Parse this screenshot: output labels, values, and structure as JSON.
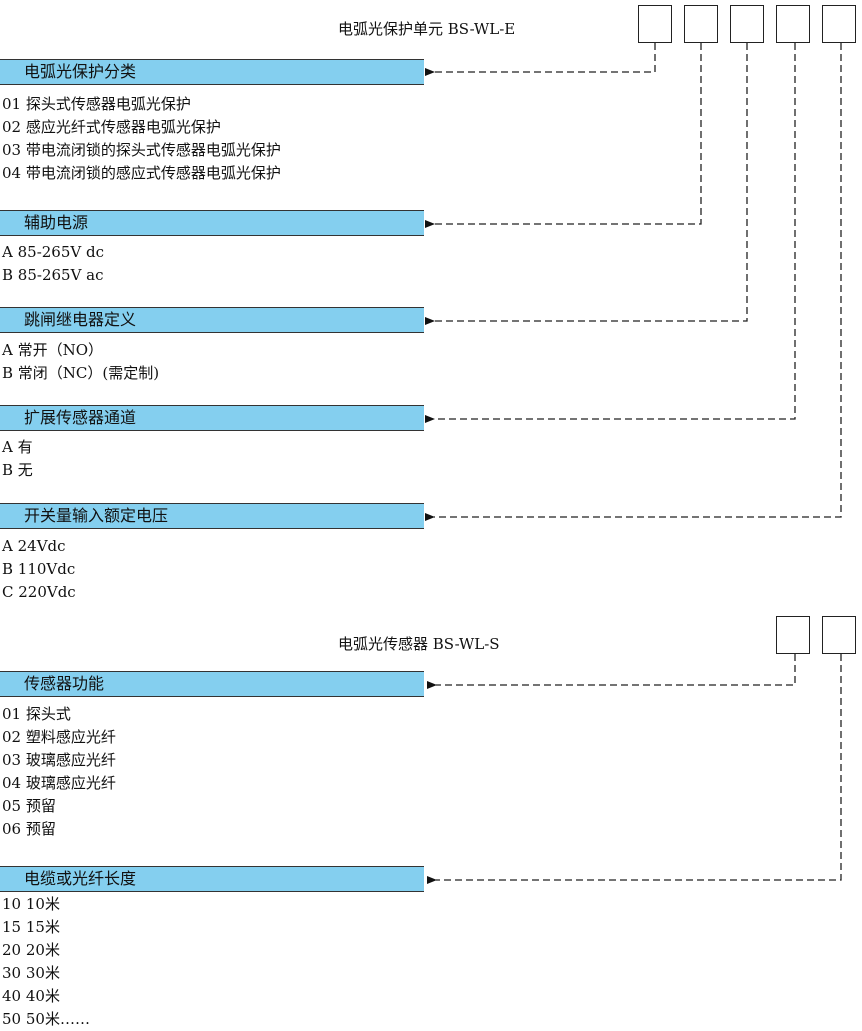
{
  "unit": {
    "title": "电弧光保护单元  BS-WL-E",
    "sections": [
      {
        "label": "电弧光保护分类",
        "options": [
          "01 探头式传感器电弧光保护",
          "02 感应光纤式传感器电弧光保护",
          "03 带电流闭锁的探头式传感器电弧光保护",
          "04 带电流闭锁的感应式传感器电弧光保护"
        ]
      },
      {
        "label": "辅助电源",
        "options": [
          "A 85-265V dc",
          "B 85-265V ac"
        ]
      },
      {
        "label": "跳闸继电器定义",
        "options": [
          "A 常开（NO）",
          "B 常闭（NC）(需定制)"
        ]
      },
      {
        "label": "扩展传感器通道",
        "options": [
          "A 有",
          "B 无"
        ]
      },
      {
        "label": "开关量输入额定电压",
        "options": [
          "A 24Vdc",
          "B 110Vdc",
          "C 220Vdc"
        ]
      }
    ]
  },
  "sensor": {
    "title": "电弧光传感器 BS-WL-S",
    "sections": [
      {
        "label": "传感器功能",
        "options": [
          "01 探头式",
          "02 塑料感应光纤",
          "03 玻璃感应光纤",
          "04 玻璃感应光纤",
          "05 预留",
          "06 预留"
        ]
      },
      {
        "label": "电缆或光纤长度",
        "options": [
          "10 10米",
          "15 15米",
          "20 20米",
          "30 30米",
          "40 40米",
          "50 50米……"
        ]
      }
    ]
  }
}
